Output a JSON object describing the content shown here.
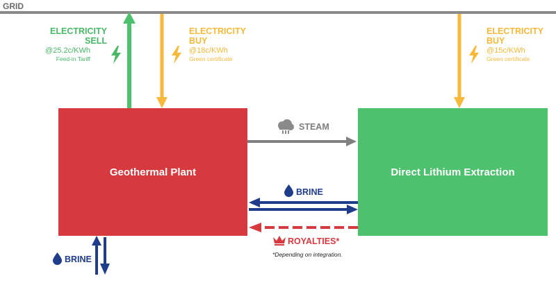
{
  "grid": {
    "label": "GRID"
  },
  "nodes": {
    "plant": {
      "label": "Geothermal Plant",
      "color": "#d63a3f"
    },
    "dle": {
      "label": "Direct Lithium Extraction",
      "color": "#4ec16f"
    }
  },
  "flows": {
    "sell": {
      "title1": "ELECTRICITY",
      "title2": "SELL",
      "rate": "@25.2c/KWh",
      "note": "Feed-in Tariff",
      "icon": "lightning-icon",
      "color": "#48b867"
    },
    "buy_plant": {
      "title1": "ELECTRICITY",
      "title2": "BUY",
      "rate": "@18c/KWh",
      "note": "Green certificate",
      "icon": "lightning-icon",
      "color": "#f6b93b"
    },
    "buy_dle": {
      "title1": "ELECTRICITY",
      "title2": "BUY",
      "rate": "@15c/KWh",
      "note": "Green certificate",
      "icon": "lightning-icon",
      "color": "#f6b93b"
    },
    "steam": {
      "label": "STEAM",
      "icon": "cloud-icon",
      "color": "#808080"
    },
    "brine_exchange": {
      "label": "BRINE",
      "icon": "droplet-icon",
      "color": "#1f3d8a"
    },
    "royalties": {
      "label": "ROYALTIES*",
      "icon": "crown-icon",
      "color": "#d63a3f",
      "footnote": "*Depending on integration."
    },
    "brine_well": {
      "label": "BRINE",
      "icon": "droplet-icon",
      "color": "#1f3d8a"
    }
  }
}
